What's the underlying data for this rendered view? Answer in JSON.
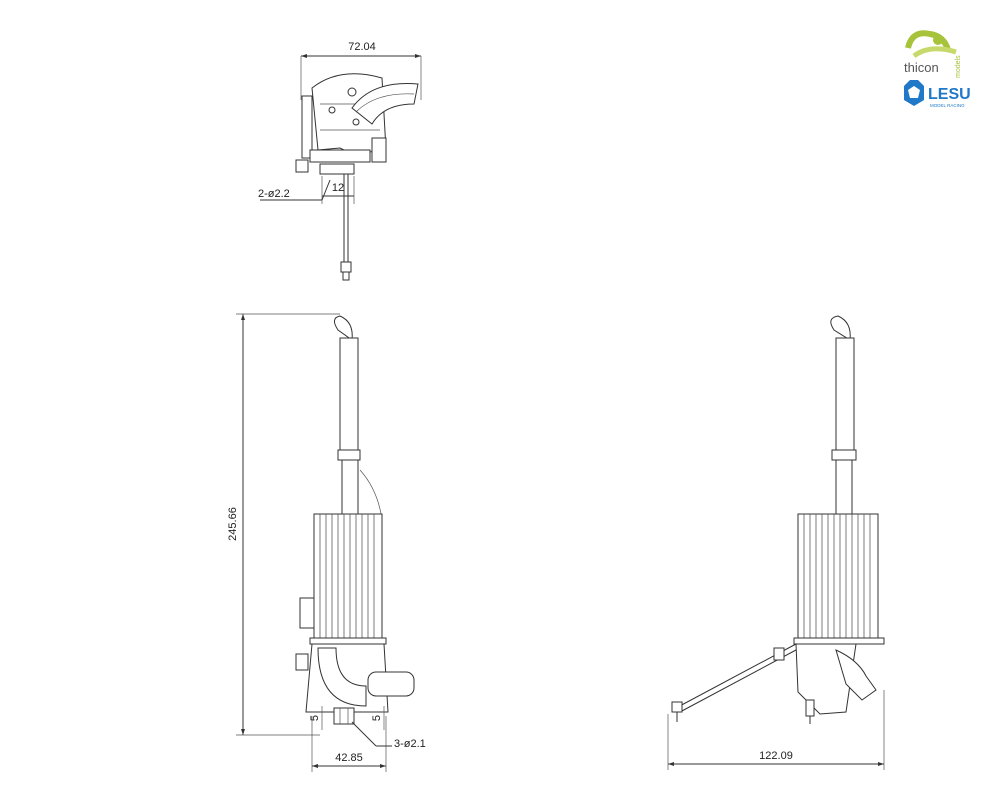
{
  "dimensions": {
    "top_width": "72.04",
    "top_hole": "2-ø2.2",
    "top_spacing": "12",
    "height": "245.66",
    "front_width": "42.85",
    "front_holes": "3-ø2.1",
    "front_small_left": "5",
    "front_small_right": "5",
    "side_width": "122.09"
  },
  "logos": {
    "thicon_text": "thicon",
    "thicon_sub": "models",
    "thicon_color": "#a6c33a",
    "lesu_text": "LESU",
    "lesu_sub": "MODEL RACING",
    "lesu_color": "#1f78c8"
  }
}
